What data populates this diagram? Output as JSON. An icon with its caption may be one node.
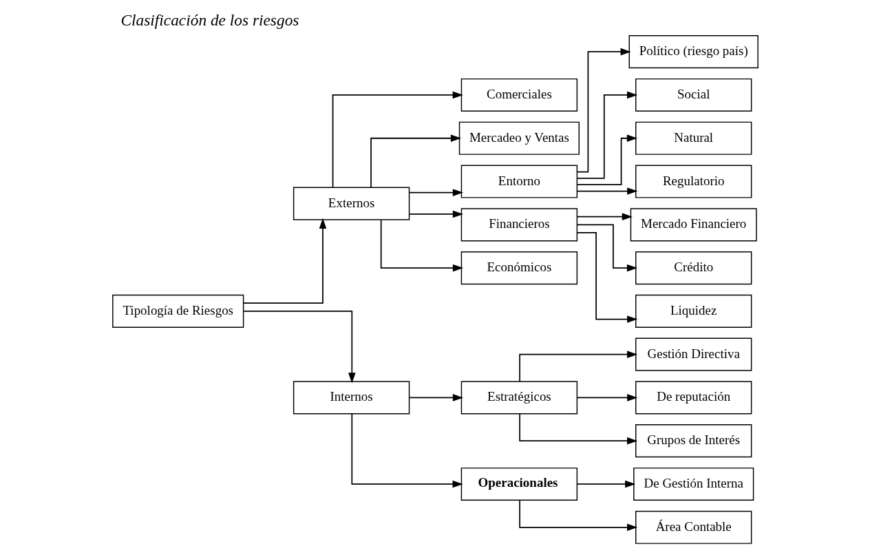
{
  "diagram": {
    "title": "Clasificación de los riesgos",
    "nodes": [
      {
        "text": [
          "Tipología de Riesgos"
        ]
      },
      {
        "text": [
          "Externos"
        ]
      },
      {
        "text": [
          "Internos"
        ]
      },
      {
        "text": [
          "Comerciales"
        ]
      },
      {
        "text": [
          "Mercadeo y Ventas"
        ]
      },
      {
        "text": [
          "Entorno"
        ]
      },
      {
        "text": [
          "Financieros"
        ]
      },
      {
        "text": [
          "Económicos"
        ]
      },
      {
        "text": [
          "Político (riesgo país)"
        ]
      },
      {
        "text": [
          "Social"
        ]
      },
      {
        "text": [
          "Natural"
        ]
      },
      {
        "text": [
          "Regulatorio"
        ]
      },
      {
        "text": [
          "Mercado Financiero"
        ]
      },
      {
        "text": [
          "Crédito"
        ]
      },
      {
        "text": [
          "Liquidez"
        ]
      },
      {
        "text": [
          "Estratégicos"
        ]
      },
      {
        "text": [
          "Operacionales"
        ]
      },
      {
        "text": [
          "Gestión Directiva"
        ]
      },
      {
        "text": [
          "De reputación"
        ]
      },
      {
        "text": [
          "Grupos de Interés"
        ]
      },
      {
        "text": [
          "De Gestión Interna"
        ]
      },
      {
        "text": [
          "Área Contable"
        ]
      }
    ],
    "edges": [
      {
        "from": 0,
        "to": 1,
        "arrow": "to"
      },
      {
        "from": 0,
        "to": 2,
        "arrow": "to"
      },
      {
        "from": 1,
        "to": 3,
        "arrow": "to"
      },
      {
        "from": 1,
        "to": 4,
        "arrow": "to"
      },
      {
        "from": 1,
        "to": 5,
        "arrow": "to"
      },
      {
        "from": 1,
        "to": 6,
        "arrow": "to"
      },
      {
        "from": 1,
        "to": 7,
        "arrow": "to"
      },
      {
        "from": 5,
        "to": 8,
        "arrow": "to"
      },
      {
        "from": 5,
        "to": 9,
        "arrow": "to"
      },
      {
        "from": 5,
        "to": 10,
        "arrow": "to"
      },
      {
        "from": 5,
        "to": 11,
        "arrow": "to"
      },
      {
        "from": 6,
        "to": 12,
        "arrow": "to"
      },
      {
        "from": 6,
        "to": 13,
        "arrow": "to"
      },
      {
        "from": 6,
        "to": 14,
        "arrow": "to"
      },
      {
        "from": 2,
        "to": 15,
        "arrow": "to"
      },
      {
        "from": 2,
        "to": 16,
        "arrow": "to"
      },
      {
        "from": 15,
        "to": 17,
        "arrow": "to"
      },
      {
        "from": 15,
        "to": 18,
        "arrow": "to"
      },
      {
        "from": 15,
        "to": 19,
        "arrow": "to"
      },
      {
        "from": 16,
        "to": 20,
        "arrow": "to"
      },
      {
        "from": 16,
        "to": 21,
        "arrow": "to"
      }
    ]
  }
}
